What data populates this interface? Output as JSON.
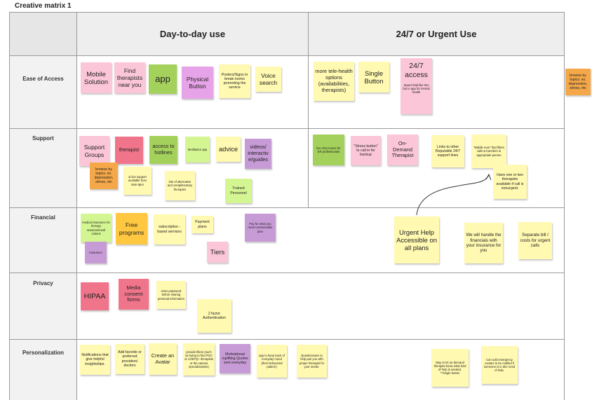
{
  "title": "Creative matrix 1",
  "columns": [
    "Day-to-day use",
    "24/7 or Urgent Use"
  ],
  "rows": [
    "Ease of Access",
    "Support",
    "Financial",
    "Privacy",
    "Personalization"
  ],
  "colors": {
    "yellow": "#fff9b1",
    "pink": "#fbc6d8",
    "green": "#d4f692",
    "dark_green": "#a4d15b",
    "red": "#f0758b",
    "orange": "#f5a849",
    "violet": "#c79bd6",
    "magenta": "#e7a3e8",
    "lime": "#e7f7a6",
    "gold": "#ffc840"
  },
  "notes": {
    "mobile": "Mobile Solution",
    "find_ther": "Find therapists near you",
    "app": "app",
    "physical": "Physical Button",
    "posters": "Posters/Signs in break rooms promoting the service",
    "voice": "Voice search",
    "telehealth": "more tele-health options (availabilities, therapists)",
    "single": "Single Button",
    "access247_title": "24/7 access",
    "access247_text": "Speed Dial like 911 but in app for mental health",
    "browse_right": "browse by topics: ex. depression, stress, etc",
    "support_groups": "Support Groups",
    "therapist": "therapist",
    "hotlines": "access to hotlines",
    "meditation": "Meditation app",
    "advice": "advice",
    "videos": "videos/ interactiv e/guides",
    "browse_left": "browse by topics: ex. depression, stress, etc",
    "live_support": "ai live support available from 9am-6pm",
    "lots": "lots of alternative and complimentary therapies",
    "trained": "Trained Personnel",
    "live_chat": "live chat rooms for ER professionals",
    "stress_btn": "\"Stress button\" to call in for backup",
    "ondemand": "On-Demand Therapist",
    "links": "Links to other Reputable 24/7 support lines",
    "middle_man": "\"Middle man\" that filters calls & transfers to appropriate person",
    "one_two": "Have one or two therapists available if call is nonurgent.",
    "medical_ins": "medical insurance for therapy sessions/medi cations",
    "free": "Free programs",
    "subscription": "subscription - based services",
    "payment": "Payment plans",
    "pay_what": "Pay for what you need customizable plan",
    "insurance": "Insurance",
    "tiers": "Tiers",
    "urgent_help": "Urgent Help Accessible on all plans",
    "handle_fin": "We will handle the financials with your insurance for you",
    "separate": "Separate bill / costs for urgent calls",
    "hipaa": "HIPAA",
    "media": "Media consent forms",
    "password": "enter password before sharing personal information",
    "twofactor": "2 factor Authentication",
    "notifications": "Notifications that give helpful insights/tips.",
    "favorite": "Add favorite or preferred providers/ doctors",
    "avatar": "Create an Avatar",
    "filters": "provide filters (such as trying to find POC or LGBTQ+ therapists or the various specializations)",
    "motivational": "Motivational /uplifting Quotes sent everyday",
    "mood": "app to keep track of everyday mood (their behavioral pattern)",
    "questionnaire": "Questionnaire to help pair you with proper therapist for your needs.",
    "way_to_let": "Way to let on-demand therapist know what kind of help is needed. **Single button",
    "emergency": "Can add emergency contact to be notified if someone is in dire need of help."
  }
}
